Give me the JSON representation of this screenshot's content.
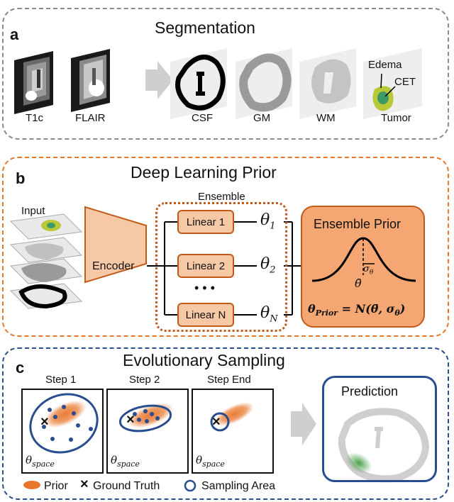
{
  "panel_a": {
    "letter": "a",
    "title": "Segmentation",
    "labels": [
      "T1c",
      "FLAIR",
      "CSF",
      "GM",
      "WM",
      "Tumor"
    ],
    "tumor_labels": {
      "edema": "Edema",
      "cet": "CET"
    }
  },
  "panel_b": {
    "letter": "b",
    "title": "Deep Learning Prior",
    "input_label": "Input",
    "encoder_label": "Encoder",
    "ensemble_label": "Ensemble",
    "linear_labels": [
      "Linear 1",
      "Linear 2",
      "Linear N"
    ],
    "dots": "• • •",
    "theta_labels": [
      "θ",
      "θ",
      "θ"
    ],
    "theta_subs": [
      "1",
      "2",
      "N"
    ],
    "prior_title": "Ensemble Prior",
    "sigma_label": "σ",
    "sigma_sub": "θ",
    "theta_bar": "θ̄",
    "formula_lhs": "θ",
    "formula_lhs_sub": "Prior",
    "formula_rhs": " = N(θ̄, σ",
    "formula_rhs_sub": "θ",
    "formula_close": ")"
  },
  "panel_c": {
    "letter": "c",
    "title": "Evolutionary Sampling",
    "steps": [
      "Step 1",
      "Step 2",
      "Step End"
    ],
    "space_label": "θ",
    "space_sub": "space",
    "prediction_label": "Prediction",
    "legend": [
      "Prior",
      "Ground Truth",
      "Sampling Area"
    ],
    "legend_symbols": [
      "×"
    ]
  },
  "colors": {
    "orange": "#e8762b",
    "orange_dark": "#c25a1a",
    "orange_fill": "#f4a673",
    "blue": "#2a4d8f",
    "gray_border": "#8a8a8a",
    "green": "#5aa84a"
  }
}
